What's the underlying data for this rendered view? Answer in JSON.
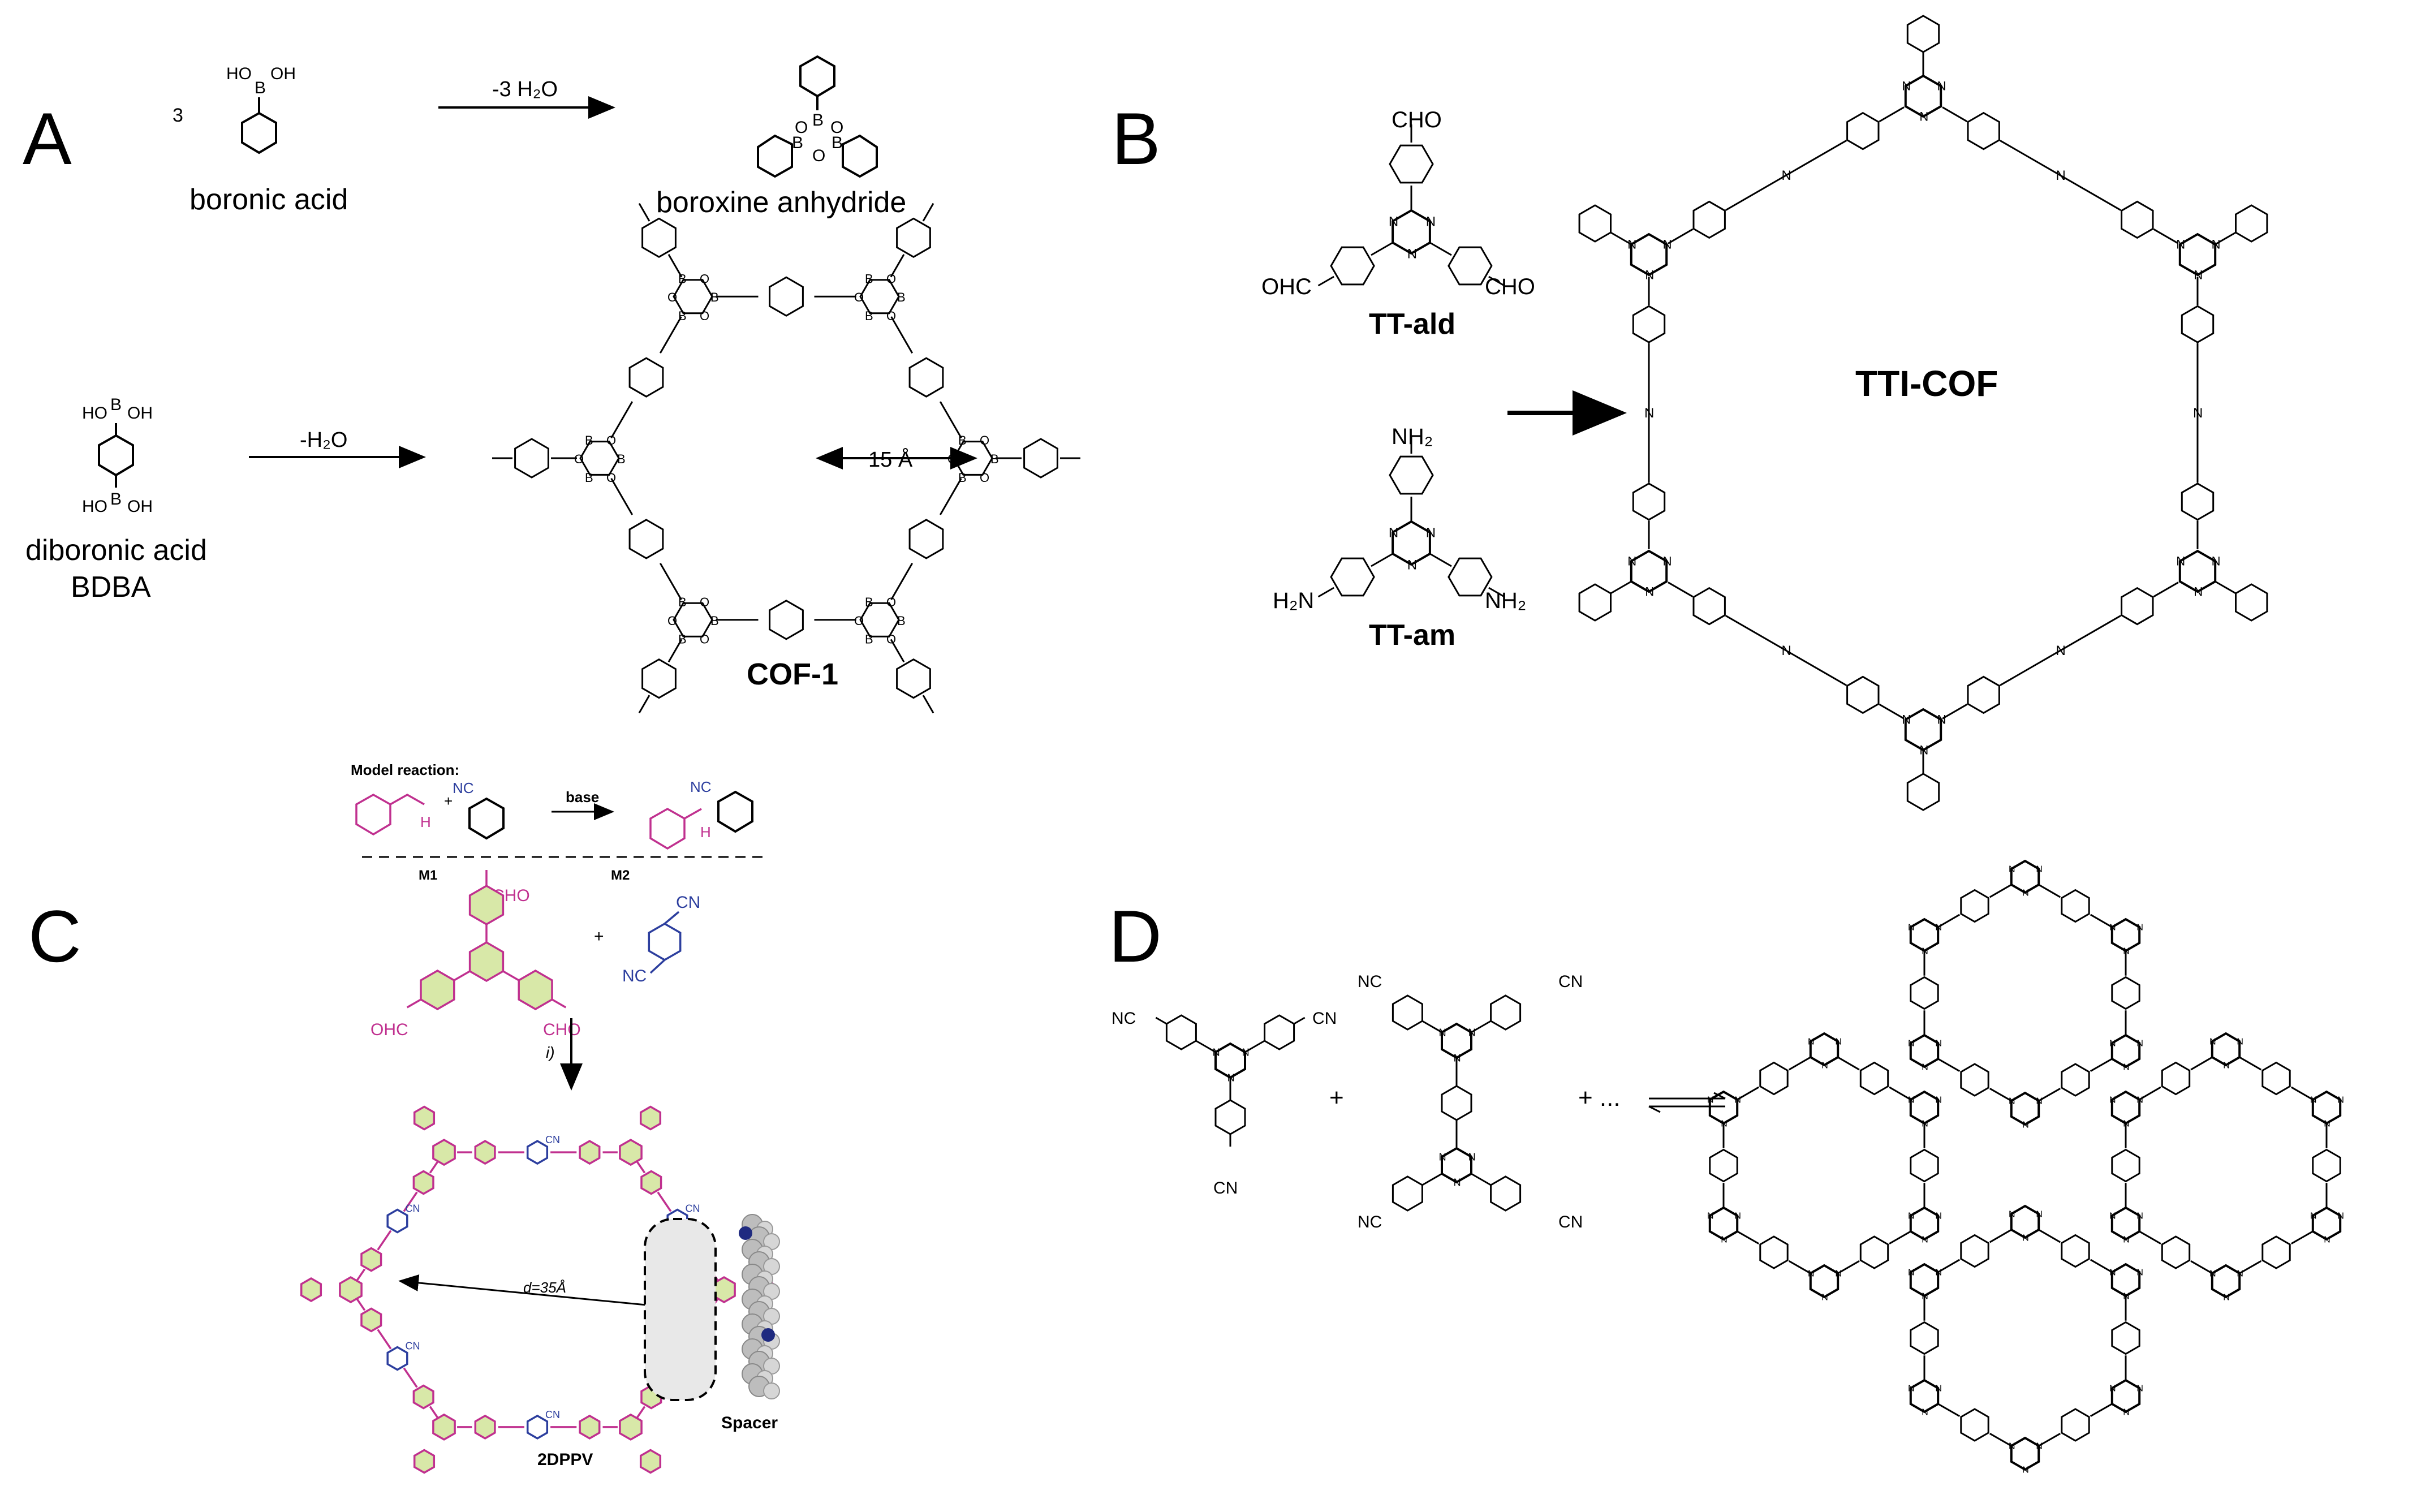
{
  "panels": {
    "A": {
      "letter": "A",
      "coefficient": "3",
      "boronic_acid_label": "boronic acid",
      "boronic_oh_top": "HO",
      "boronic_b": "B",
      "boronic_oh_right": "OH",
      "condition_top": "-3 H₂O",
      "boroxine_label": "boroxine anhydride",
      "diboronic_ho_left_top": "HO",
      "diboronic_b": "B",
      "diboronic_oh": "OH",
      "diboronic_ho_left_bottom": "HO",
      "diboronic_label_line1": "diboronic acid",
      "diboronic_label_line2": "BDBA",
      "condition_bottom": "-H₂O",
      "pore_size": "15 Å",
      "product_label": "COF-1",
      "ring_atom_b": "B",
      "ring_atom_o": "O"
    },
    "B": {
      "letter": "B",
      "cho": "CHO",
      "ohc": "OHC",
      "ald_label": "TT-ald",
      "nh2": "NH₂",
      "h2n": "H₂N",
      "am_label": "TT-am",
      "product_label": "TTI-COF",
      "triazine_n": "N",
      "imine_n": "N"
    },
    "C": {
      "letter": "C",
      "model_reaction": "Model reaction:",
      "aldehyde_h": "H",
      "nitrile": "NC",
      "base": "base",
      "m1": "M1",
      "m2": "M2",
      "cho": "CHO",
      "ohc": "OHC",
      "cn": "CN",
      "step": "i)",
      "pore_distance": "d=35Å",
      "spacer": "Spacer",
      "product_label": "2DPPV"
    },
    "D": {
      "letter": "D",
      "nc": "NC",
      "cn": "CN",
      "plus": "+",
      "plus_more": "+ ...",
      "triazine_n": "N"
    }
  },
  "colors": {
    "ink": "#000000",
    "pink": "#c0308f",
    "blue": "#2c3e9e",
    "ring_fill": "#d8e8a8",
    "spacer_box": "#e8e8e8"
  }
}
